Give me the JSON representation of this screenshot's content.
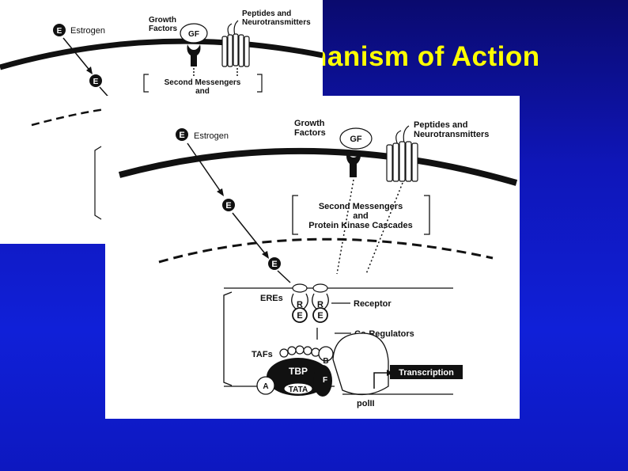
{
  "slide": {
    "title": "hanism of Action"
  },
  "back_figure": {
    "estrogen_badge": "E",
    "estrogen_label": "Estrogen",
    "growth_factors_line1": "Growth",
    "growth_factors_line2": "Factors",
    "gf_label": "GF",
    "peptides_line1": "Peptides and",
    "peptides_line2": "Neurotransmitters",
    "inner_e_badge": "E",
    "second_messengers_line1": "Second Messengers",
    "second_messengers_line2": "and"
  },
  "front_figure": {
    "estrogen_badge": "E",
    "estrogen_label": "Estrogen",
    "growth_factors_line1": "Growth",
    "growth_factors_line2": "Factors",
    "gf_label": "GF",
    "peptides_line1": "Peptides and",
    "peptides_line2": "Neurotransmitters",
    "cyto_e_badge": "E",
    "nuclear_e_badge": "E",
    "second_messengers_line1": "Second Messengers",
    "second_messengers_line2": "and",
    "second_messengers_line3": "Protein Kinase Cascades",
    "eres_label": "EREs",
    "receptor_r1": "R",
    "receptor_r2": "R",
    "receptor_e1": "E",
    "receptor_e2": "E",
    "receptor_label": "Receptor",
    "coregulators_label": "Co-Regulators",
    "tafs_label": "TAFs",
    "b_label": "B",
    "tbp_label": "TBP",
    "tata_label": "TATA",
    "f_label": "F",
    "a_label": "A",
    "transcription_label": "Transcription",
    "pol_label": "polII"
  },
  "colors": {
    "background_top": "#0a0a6e",
    "background_bottom": "#1020d8",
    "title": "#ffff00",
    "ink": "#111111",
    "panel": "#ffffff"
  }
}
